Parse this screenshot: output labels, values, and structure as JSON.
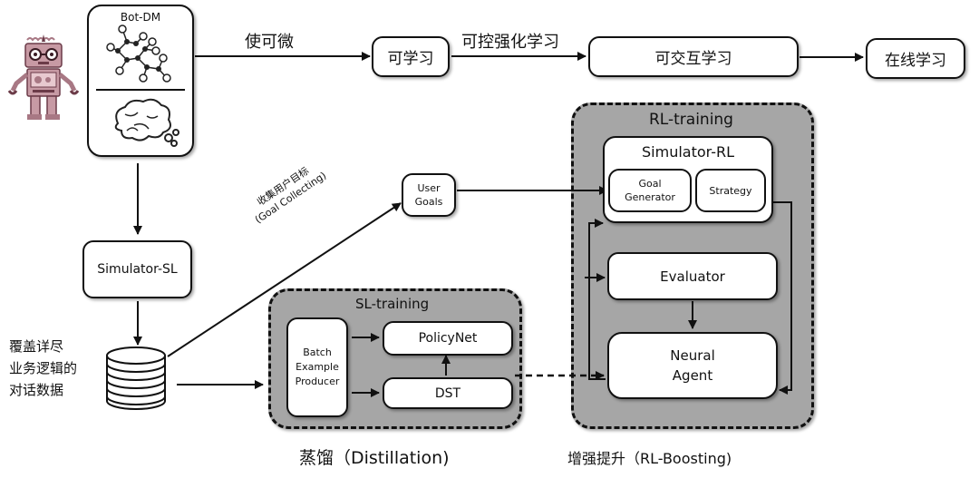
{
  "bot_dm": {
    "title": "Bot-DM",
    "icons": [
      "robot-icon",
      "network-graph-icon",
      "brain-icon",
      "gears-icon"
    ]
  },
  "top_flow": {
    "edge1_label": "使可微",
    "node1": "可学习",
    "edge2_label": "可控强化学习",
    "node2": "可交互学习",
    "node3": "在线学习"
  },
  "simulator_sl": "Simulator-SL",
  "data_store": {
    "label_lines": [
      "覆盖详尽",
      "业务逻辑的",
      "对话数据"
    ]
  },
  "goal_edge": {
    "label_cn": "收集用户目标",
    "label_en": "(Goal Collecting)"
  },
  "user_goals": [
    "User",
    "Goals"
  ],
  "sl_training": {
    "title": "SL-training",
    "batch": [
      "Batch",
      "Example",
      "Producer"
    ],
    "policynet": "PolicyNet",
    "dst": "DST",
    "caption": "蒸馏（Distillation)"
  },
  "rl_training": {
    "title": "RL-training",
    "simulator_rl": "Simulator-RL",
    "goal_generator": [
      "Goal",
      "Generator"
    ],
    "strategy": "Strategy",
    "evaluator": "Evaluator",
    "neural_agent": [
      "Neural",
      "Agent"
    ],
    "caption": "增强提升（RL-Boosting)"
  }
}
